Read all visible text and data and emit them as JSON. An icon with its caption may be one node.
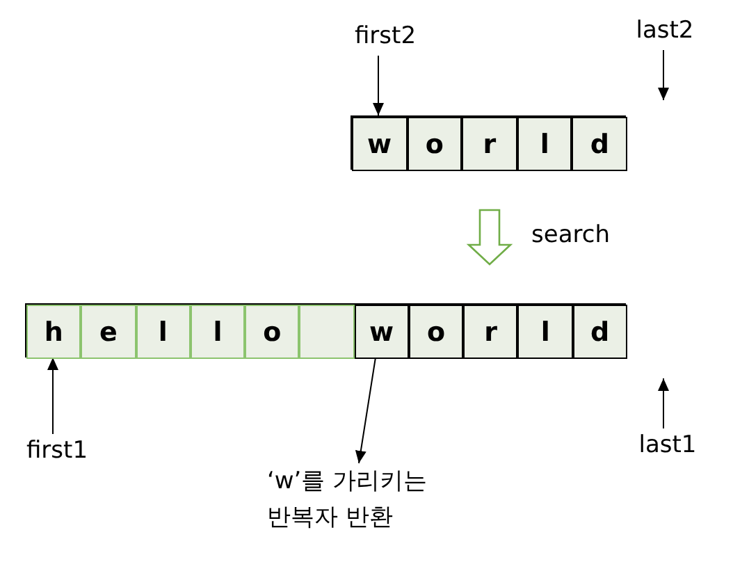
{
  "diagram": {
    "nodes": [
      {
        "text": [
          "first2"
        ]
      },
      {
        "text": [
          "last2"
        ]
      },
      {
        "text": [],
        "shape": "box"
      },
      {
        "text": [
          "w"
        ],
        "in": 2
      },
      {
        "text": [
          "o"
        ],
        "in": 2
      },
      {
        "text": [
          "r"
        ],
        "in": 2
      },
      {
        "text": [
          "l"
        ],
        "in": 2
      },
      {
        "text": [
          "d"
        ],
        "in": 2
      },
      {
        "text": [],
        "shape": "box"
      },
      {
        "text": [
          "h"
        ],
        "in": 8
      },
      {
        "text": [
          "e"
        ],
        "in": 8
      },
      {
        "text": [
          "l"
        ],
        "in": 8
      },
      {
        "text": [
          "l"
        ],
        "in": 8
      },
      {
        "text": [
          "o"
        ],
        "in": 8
      },
      {
        "text": [],
        "shape": "box",
        "in": 8
      },
      {
        "text": [
          "w"
        ],
        "in": 8
      },
      {
        "text": [
          "o"
        ],
        "in": 8
      },
      {
        "text": [
          "r"
        ],
        "in": 8
      },
      {
        "text": [
          "l"
        ],
        "in": 8
      },
      {
        "text": [
          "d"
        ],
        "in": 8
      },
      {
        "text": [
          "first1"
        ]
      },
      {
        "text": [
          "last1"
        ]
      },
      {
        "text": [
          "‘w’를 가리키는 반복자 반환"
        ]
      }
    ],
    "edges": [
      {
        "from": 0,
        "to": 3,
        "arrow": "to"
      },
      {
        "from": 1,
        "to": null,
        "arrow": "to"
      },
      {
        "from": 2,
        "to": 8,
        "arrow": "to",
        "label": "search",
        "color": "#70ad47"
      },
      {
        "from": 20,
        "to": 9,
        "arrow": "to"
      },
      {
        "from": 21,
        "to": null,
        "arrow": "to"
      },
      {
        "from": 15,
        "to": 22,
        "arrow": "to"
      }
    ]
  }
}
